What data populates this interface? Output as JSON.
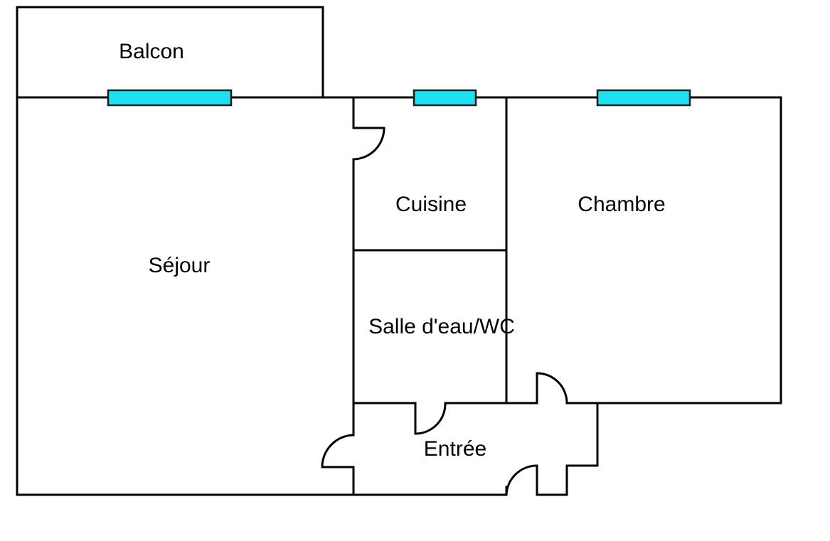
{
  "rooms": {
    "balcon": "Balcon",
    "sejour": "Séjour",
    "cuisine": "Cuisine",
    "chambre": "Chambre",
    "salle_eau": "Salle d'eau/WC",
    "entree": "Entrée"
  },
  "colors": {
    "wall": "#000000",
    "window": "#1ee0f0",
    "background": "#ffffff"
  }
}
